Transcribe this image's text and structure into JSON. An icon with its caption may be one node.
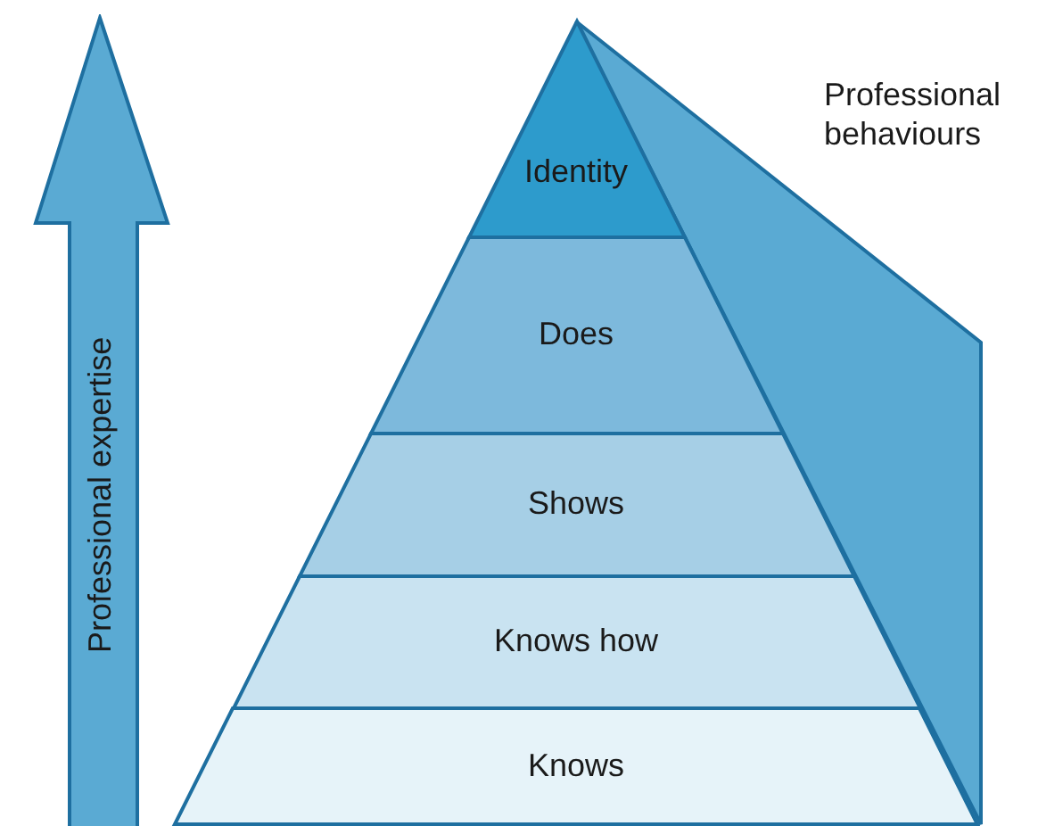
{
  "diagram": {
    "nodes": [
      {
        "text": [
          "Identity"
        ]
      },
      {
        "text": [
          "Does"
        ]
      },
      {
        "text": [
          "Shows"
        ]
      },
      {
        "text": [
          "Knows how"
        ]
      },
      {
        "text": [
          "Knows"
        ]
      }
    ],
    "labels": [
      "Professional expertise",
      "Professional behaviours"
    ]
  }
}
